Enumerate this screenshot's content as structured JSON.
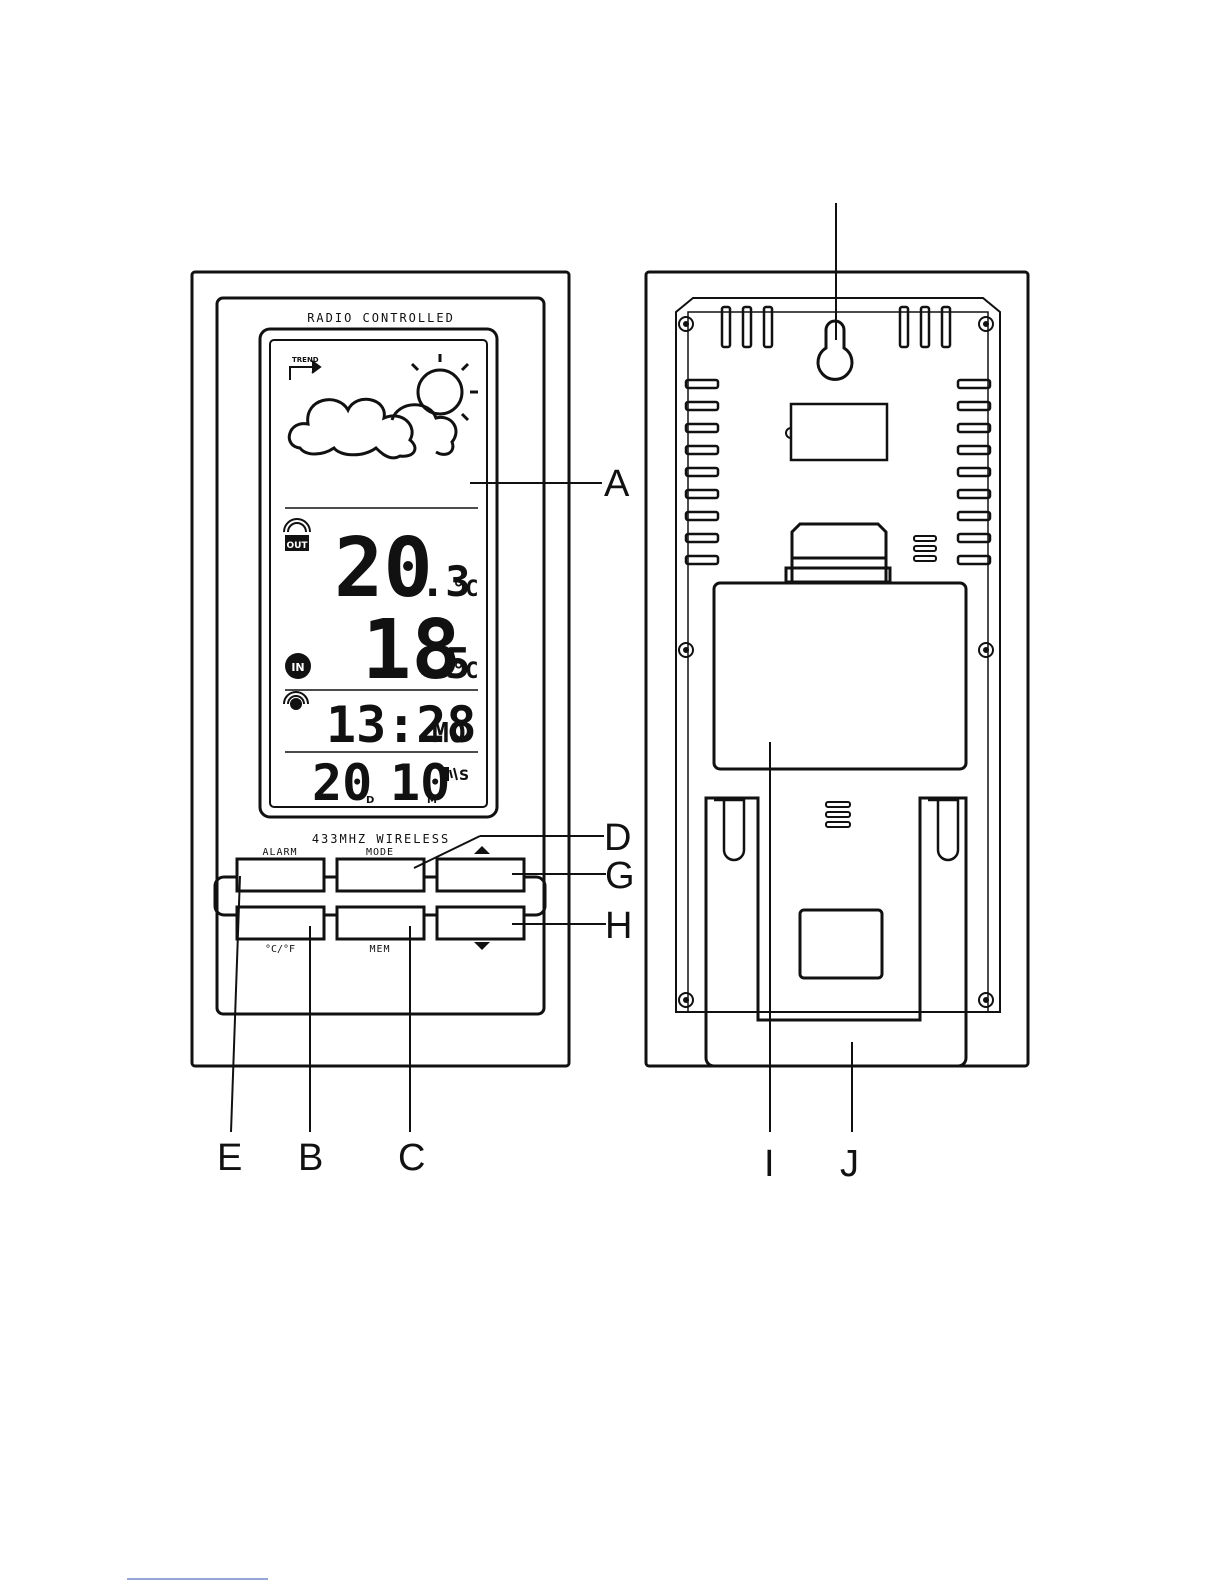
{
  "front": {
    "header": "RADIO CONTROLLED",
    "footer": "433MHZ WIRELESS",
    "trend_label": "TREND",
    "out_badge": "OUT",
    "in_badge": "IN",
    "out_temp_main": "20",
    "out_temp_dec": ".3",
    "out_temp_unit": "°C",
    "in_temp_main": "18",
    "in_temp_dec": ".5",
    "in_temp_unit": "°C",
    "time": "13:28",
    "weekday": "MO",
    "day": "20",
    "day_suffix": "D",
    "month": "10",
    "month_suffix": "M",
    "signal_s": "S",
    "buttons": {
      "alarm": "ALARM",
      "mode": "MODE",
      "c_f": "°C/°F",
      "mem": "MEM"
    }
  },
  "callouts": {
    "a": "A",
    "b": "B",
    "c": "C",
    "d": "D",
    "e": "E",
    "g": "G",
    "h": "H",
    "i": "I",
    "j": "J"
  },
  "colors": {
    "ink": "#111111",
    "paper": "#ffffff"
  }
}
